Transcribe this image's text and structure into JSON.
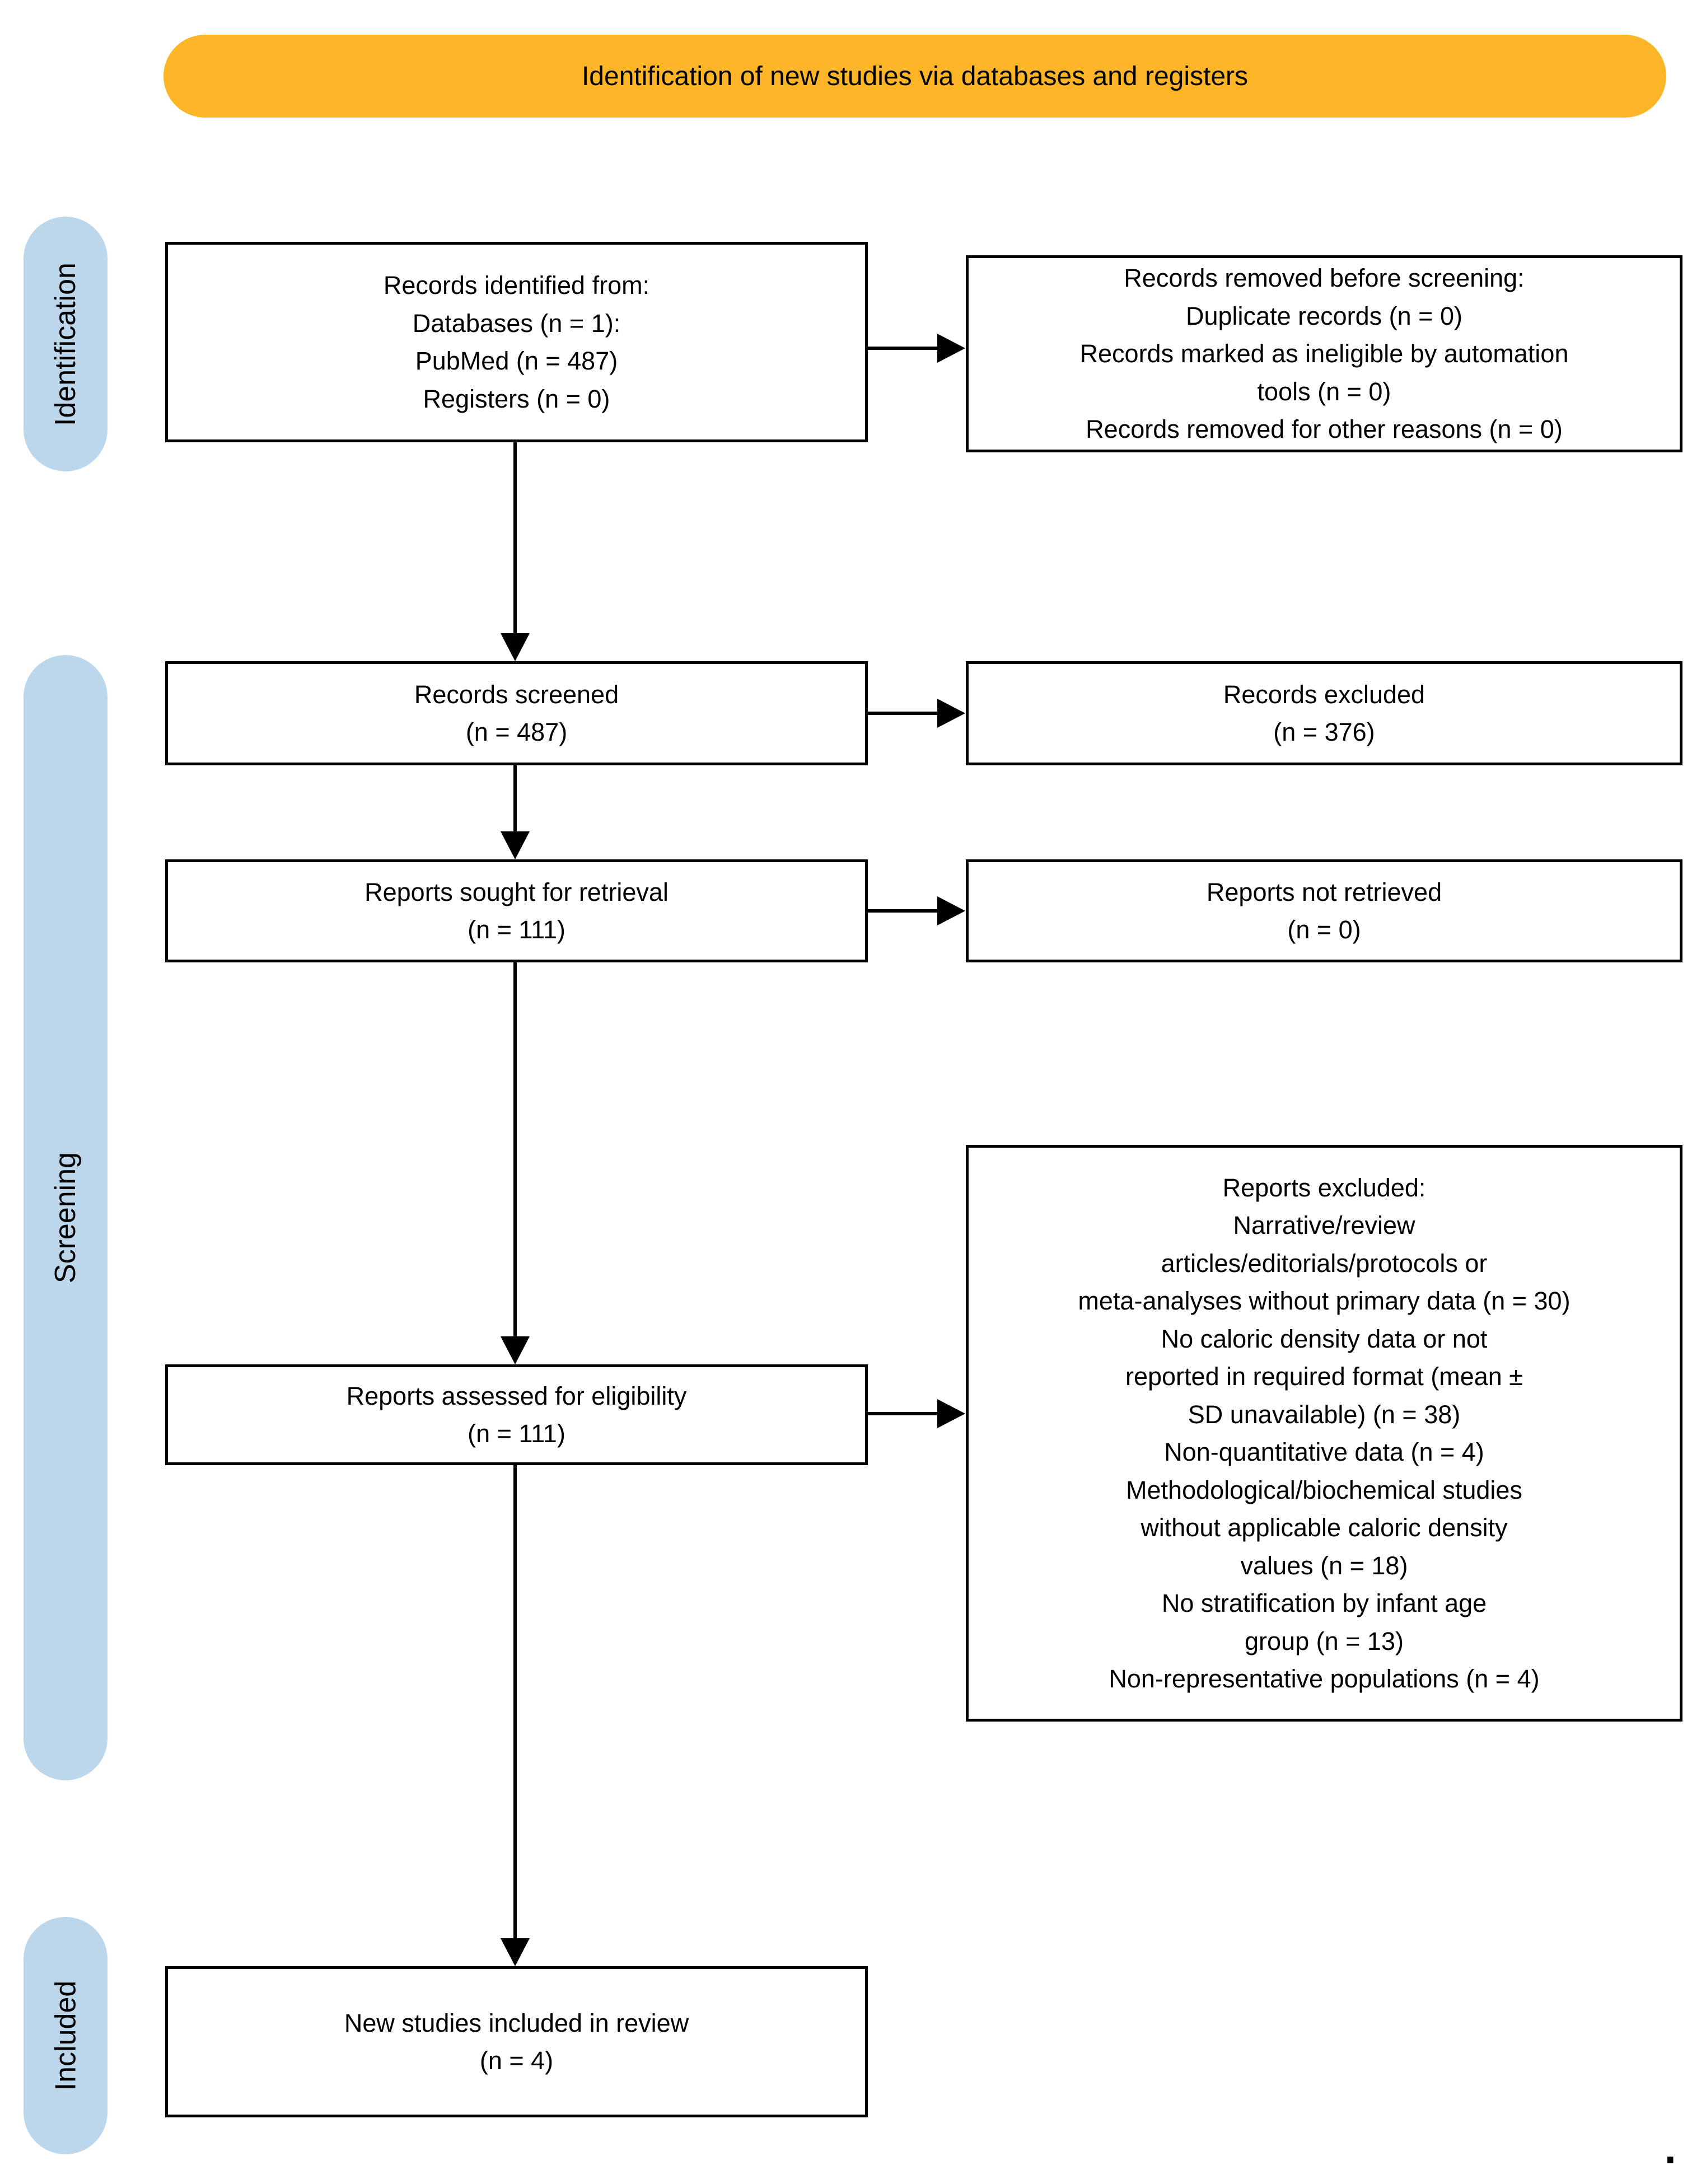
{
  "colors": {
    "banner_bg": "#FBB527",
    "stage_bg": "#BCD6EC",
    "box_border": "#000000",
    "text": "#000000"
  },
  "banner": {
    "label": "Identification of new studies via databases and registers"
  },
  "stages": [
    {
      "label": "Identification"
    },
    {
      "label": "Screening"
    },
    {
      "label": "Included"
    }
  ],
  "boxes": {
    "records_identified": "Records identified from:\nDatabases (n = 1):\nPubMed (n = 487)\nRegisters (n = 0)",
    "records_removed": "Records removed before screening:\nDuplicate records (n = 0)\nRecords marked as ineligible by automation\ntools (n = 0)\nRecords removed for other reasons (n = 0)",
    "records_screened": "Records screened\n(n = 487)",
    "records_excluded": "Records excluded\n(n = 376)",
    "reports_sought": "Reports sought for retrieval\n(n = 111)",
    "reports_not_retrieved": "Reports not retrieved\n(n = 0)",
    "reports_assessed": "Reports assessed for eligibility\n(n = 111)",
    "reports_excluded": "Reports excluded:\nNarrative/review\narticles/editorials/protocols or\nmeta-analyses without primary data (n = 30)\nNo caloric density data or not\nreported in required format (mean ±\nSD unavailable) (n = 38)\nNon-quantitative data (n = 4)\nMethodological/biochemical studies\nwithout applicable caloric density\nvalues (n = 18)\nNo stratification by infant age\ngroup (n = 13)\nNon-representative populations (n = 4)",
    "new_studies_included": "New studies included in review\n(n = 4)"
  },
  "footnote_mark": "."
}
